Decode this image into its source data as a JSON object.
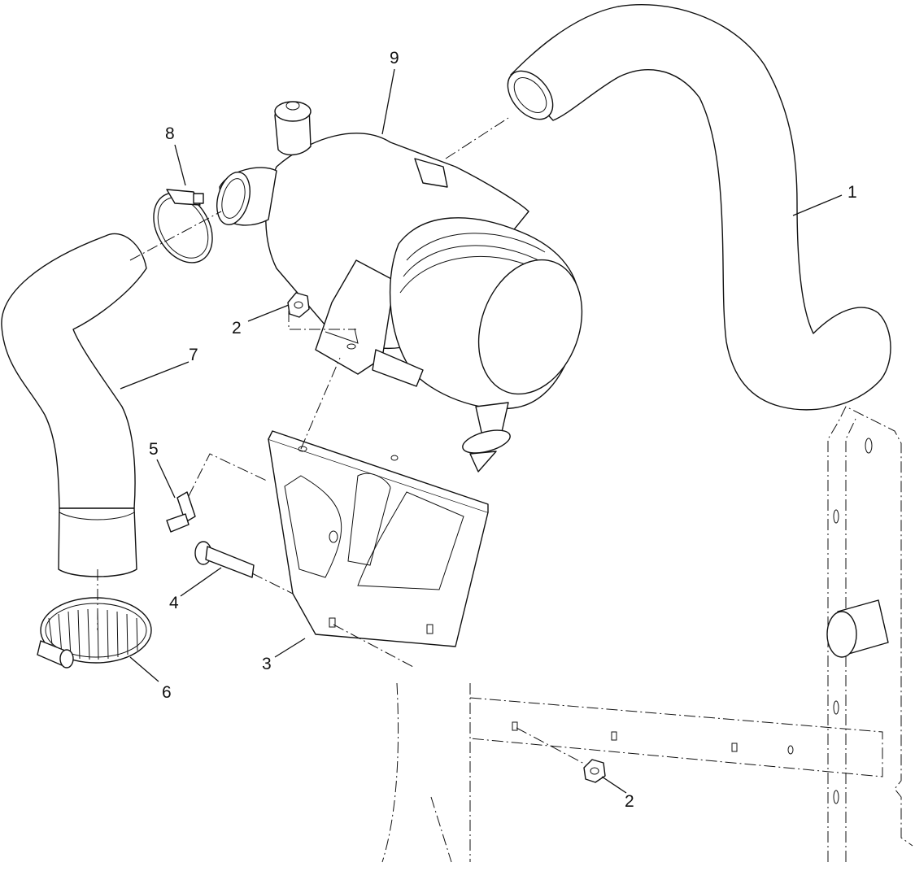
{
  "diagram": {
    "callouts": [
      {
        "id": "c1",
        "label": "1"
      },
      {
        "id": "c2a",
        "label": "2"
      },
      {
        "id": "c2b",
        "label": "2"
      },
      {
        "id": "c3",
        "label": "3"
      },
      {
        "id": "c4",
        "label": "4"
      },
      {
        "id": "c5",
        "label": "5"
      },
      {
        "id": "c6",
        "label": "6"
      },
      {
        "id": "c7",
        "label": "7"
      },
      {
        "id": "c8",
        "label": "8"
      },
      {
        "id": "c9",
        "label": "9"
      }
    ]
  }
}
